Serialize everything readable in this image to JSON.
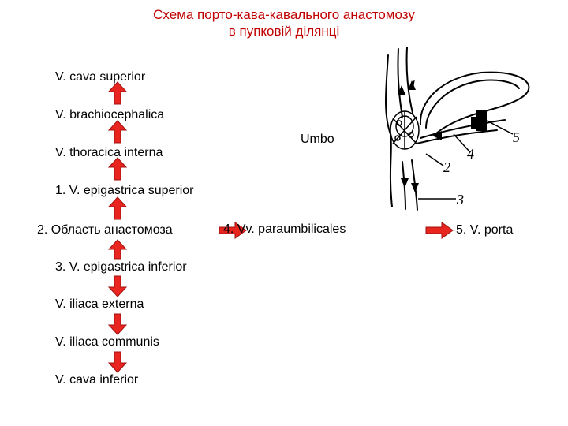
{
  "title": {
    "line1": "Схема порто-кава-кавального анастомозу",
    "line2": "в пупковій ділянці"
  },
  "chain": [
    "V. cava superior",
    "V. brachiocephalica",
    "V. thoracica interna",
    "1. V. epigastrica superior",
    "2. Область анастомоза",
    "3. V. epigastrica inferior",
    "V. iliaca externa",
    "V. iliaca communis",
    "V. cava inferior"
  ],
  "branch": {
    "paraumbilical": "4. Vv. paraumbilicales",
    "porta": "5. V. porta"
  },
  "illustration": {
    "umbo_label": "Umbo",
    "numbers": [
      "1",
      "2",
      "3",
      "4",
      "5"
    ]
  },
  "colors": {
    "title": "#c00000",
    "arrow_fill": "#e8261f",
    "arrow_stroke": "#a01010"
  }
}
